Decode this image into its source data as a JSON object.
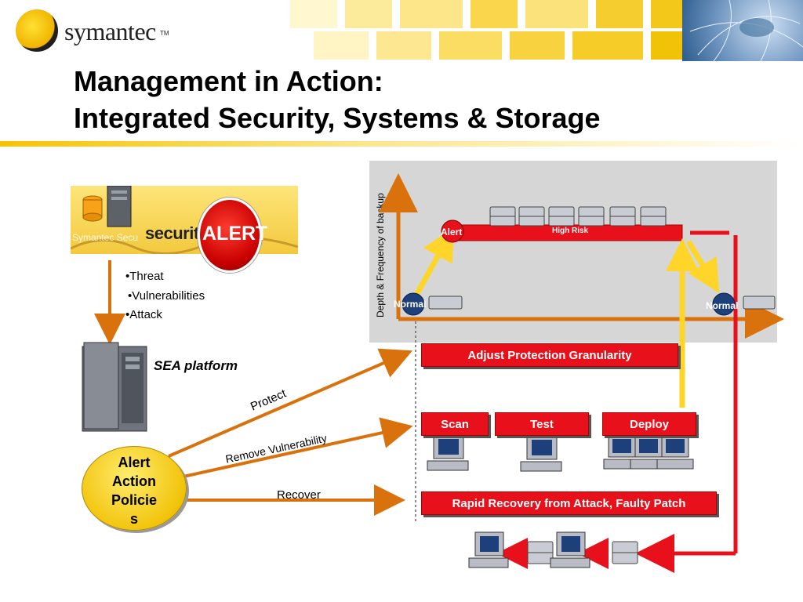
{
  "header": {
    "logo_text": "symantec",
    "logo_tm": "TM",
    "title_line1": "Management in Action:",
    "title_line2": "Integrated Security, Systems & Storage"
  },
  "banner": {
    "caption": "Symantec Secu",
    "security_word": "security",
    "alert_word": "ALERT"
  },
  "threats": {
    "items": [
      "•Threat",
      "•Vulnerabilities",
      "•Attack"
    ]
  },
  "platform": {
    "label": "SEA platform"
  },
  "policy": {
    "line1": "Alert",
    "line2": "Action",
    "line3": "Policie",
    "line4": "s"
  },
  "actions": {
    "protect": "Protect",
    "remove": "Remove Vulnerability",
    "recover": "Recover"
  },
  "graph": {
    "y_label": "Depth & Frequency of backup",
    "alert_tag": "Alert",
    "high_risk": "High Risk",
    "normal_left": "Normal",
    "normal_right": "Normal"
  },
  "boxes": {
    "adjust": "Adjust Protection Granularity",
    "scan": "Scan",
    "test": "Test",
    "deploy": "Deploy",
    "recovery": "Rapid Recovery from Attack, Faulty Patch"
  },
  "colors": {
    "accent_yellow": "#f5c400",
    "arrow_orange": "#d9720c",
    "alert_red": "#e8101a",
    "panel_gray": "#d6d6d6"
  }
}
